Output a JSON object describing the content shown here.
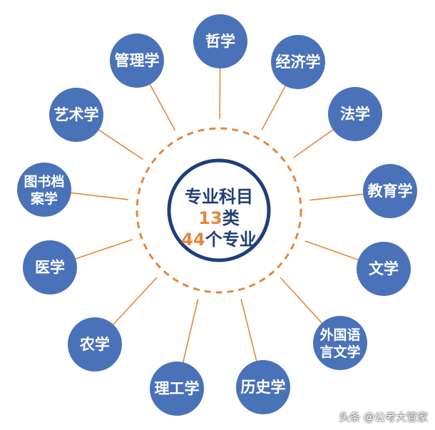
{
  "colors": {
    "node": "#4a72b8",
    "line": "#e4883a",
    "center_ring": "#1f3f7a",
    "center_text_blue": "#1f3f7a",
    "center_text_orange": "#e4883a"
  },
  "center": {
    "line1": "专业科目",
    "line2_num": "13",
    "line2_text": "类",
    "line3_num": "44",
    "line3_text": "个专业"
  },
  "nodes": [
    {
      "id": "philosophy",
      "lines": [
        "哲学"
      ]
    },
    {
      "id": "economics",
      "lines": [
        "经济学"
      ]
    },
    {
      "id": "law",
      "lines": [
        "法学"
      ]
    },
    {
      "id": "education",
      "lines": [
        "教育学"
      ]
    },
    {
      "id": "literature",
      "lines": [
        "文学"
      ]
    },
    {
      "id": "foreign-language-literature",
      "lines": [
        "外国语",
        "言文学"
      ]
    },
    {
      "id": "history",
      "lines": [
        "历史学"
      ]
    },
    {
      "id": "science-engineering",
      "lines": [
        "理工学"
      ]
    },
    {
      "id": "agronomy",
      "lines": [
        "农学"
      ]
    },
    {
      "id": "medicine",
      "lines": [
        "医学"
      ]
    },
    {
      "id": "library-archives",
      "lines": [
        "图书档",
        "案学"
      ]
    },
    {
      "id": "art",
      "lines": [
        "艺术学"
      ]
    },
    {
      "id": "management",
      "lines": [
        "管理学"
      ]
    }
  ],
  "watermark": "头条 @公考大管家"
}
